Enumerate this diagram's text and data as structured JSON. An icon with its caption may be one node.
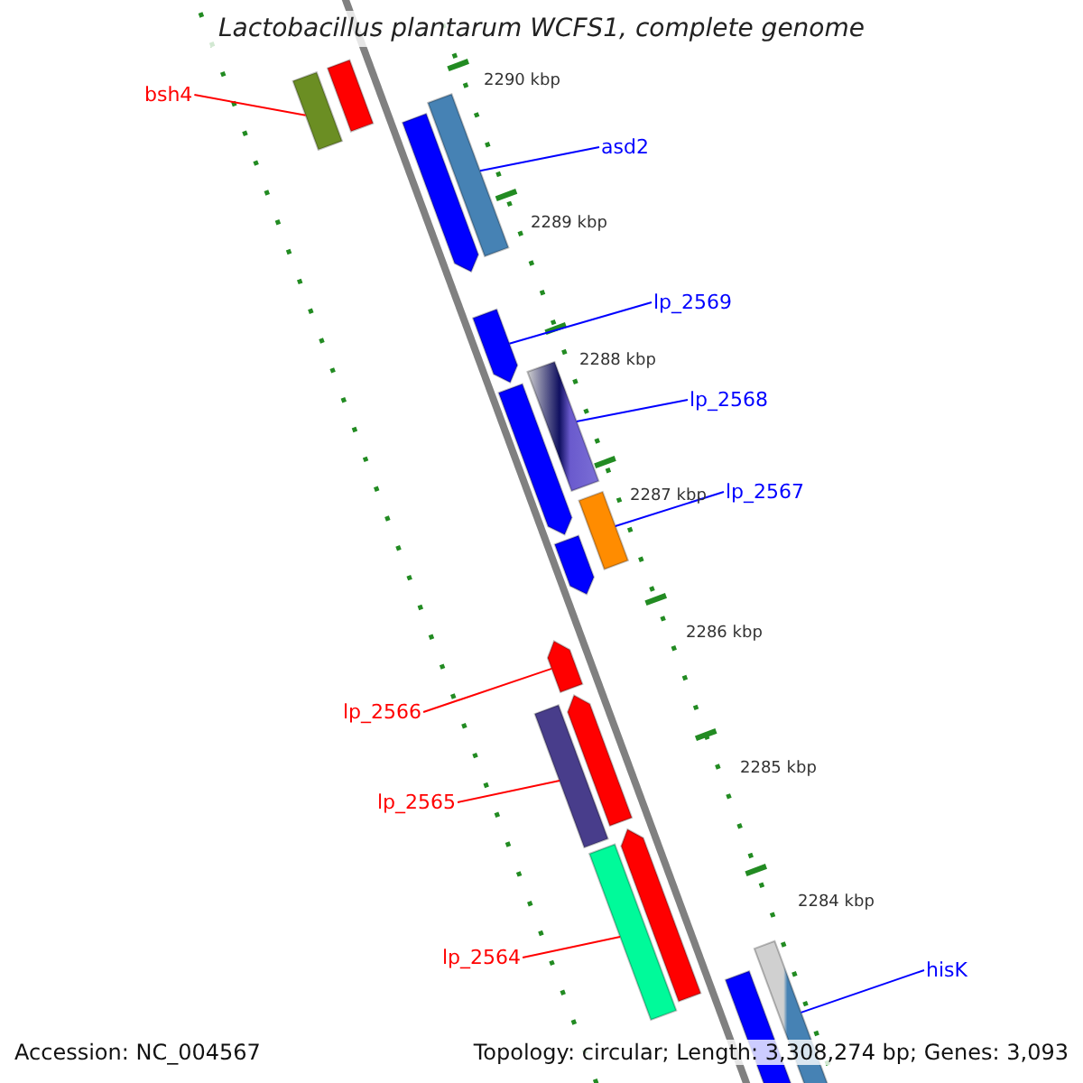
{
  "diagram": {
    "title": "Lactobacillus plantarum WCFS1, complete genome",
    "nodes": [
      {
        "text": [
          "bsh4"
        ]
      },
      {
        "text": [],
        "shape": "bar"
      },
      {
        "text": [
          "asd2"
        ]
      },
      {
        "text": [],
        "shape": "bar"
      },
      {
        "text": [
          "lp_2569"
        ]
      },
      {
        "text": [],
        "shape": "bar"
      },
      {
        "text": [
          "lp_2568"
        ]
      },
      {
        "text": [],
        "shape": "bar"
      },
      {
        "text": [
          "lp_2567"
        ]
      },
      {
        "text": [],
        "shape": "bar"
      },
      {
        "text": [
          "lp_2566"
        ]
      },
      {
        "text": [],
        "shape": "bar"
      },
      {
        "text": [
          "lp_2565"
        ]
      },
      {
        "text": [],
        "shape": "bar"
      },
      {
        "text": [
          "lp_2564"
        ]
      },
      {
        "text": [],
        "shape": "bar"
      },
      {
        "text": [
          "hisK"
        ]
      },
      {
        "text": [],
        "shape": "bar"
      },
      {
        "text": [],
        "shape": "bar"
      },
      {
        "text": [],
        "shape": "bar"
      },
      {
        "text": [],
        "shape": "bar"
      },
      {
        "text": [],
        "shape": "bar"
      },
      {
        "text": [],
        "shape": "bar"
      },
      {
        "text": [],
        "shape": "bar"
      },
      {
        "text": [],
        "shape": "bar"
      }
    ],
    "edges": [
      {
        "from": 0,
        "to": 1,
        "arrow": "none",
        "color": "#ff0000"
      },
      {
        "from": 2,
        "to": 3,
        "arrow": "none"
      },
      {
        "from": 4,
        "to": 5,
        "arrow": "none"
      },
      {
        "from": 6,
        "to": 7,
        "arrow": "none"
      },
      {
        "from": 8,
        "to": 9,
        "arrow": "none"
      },
      {
        "from": 10,
        "to": 11,
        "arrow": "none",
        "color": "#ff0000"
      },
      {
        "from": 12,
        "to": 13,
        "arrow": "none",
        "color": "#ff0000"
      },
      {
        "from": 14,
        "to": 15,
        "arrow": "none",
        "color": "#ff0000"
      },
      {
        "from": 16,
        "to": 17,
        "arrow": "none"
      }
    ],
    "labels": [
      "2290 kbp",
      "2289 kbp",
      "2288 kbp",
      "2287 kbp",
      "2286 kbp",
      "2285 kbp",
      "2284 kbp",
      "Accession: NC_004567",
      "Topology: circular; Length: 3,308,274 bp; Genes: 3,093"
    ]
  }
}
